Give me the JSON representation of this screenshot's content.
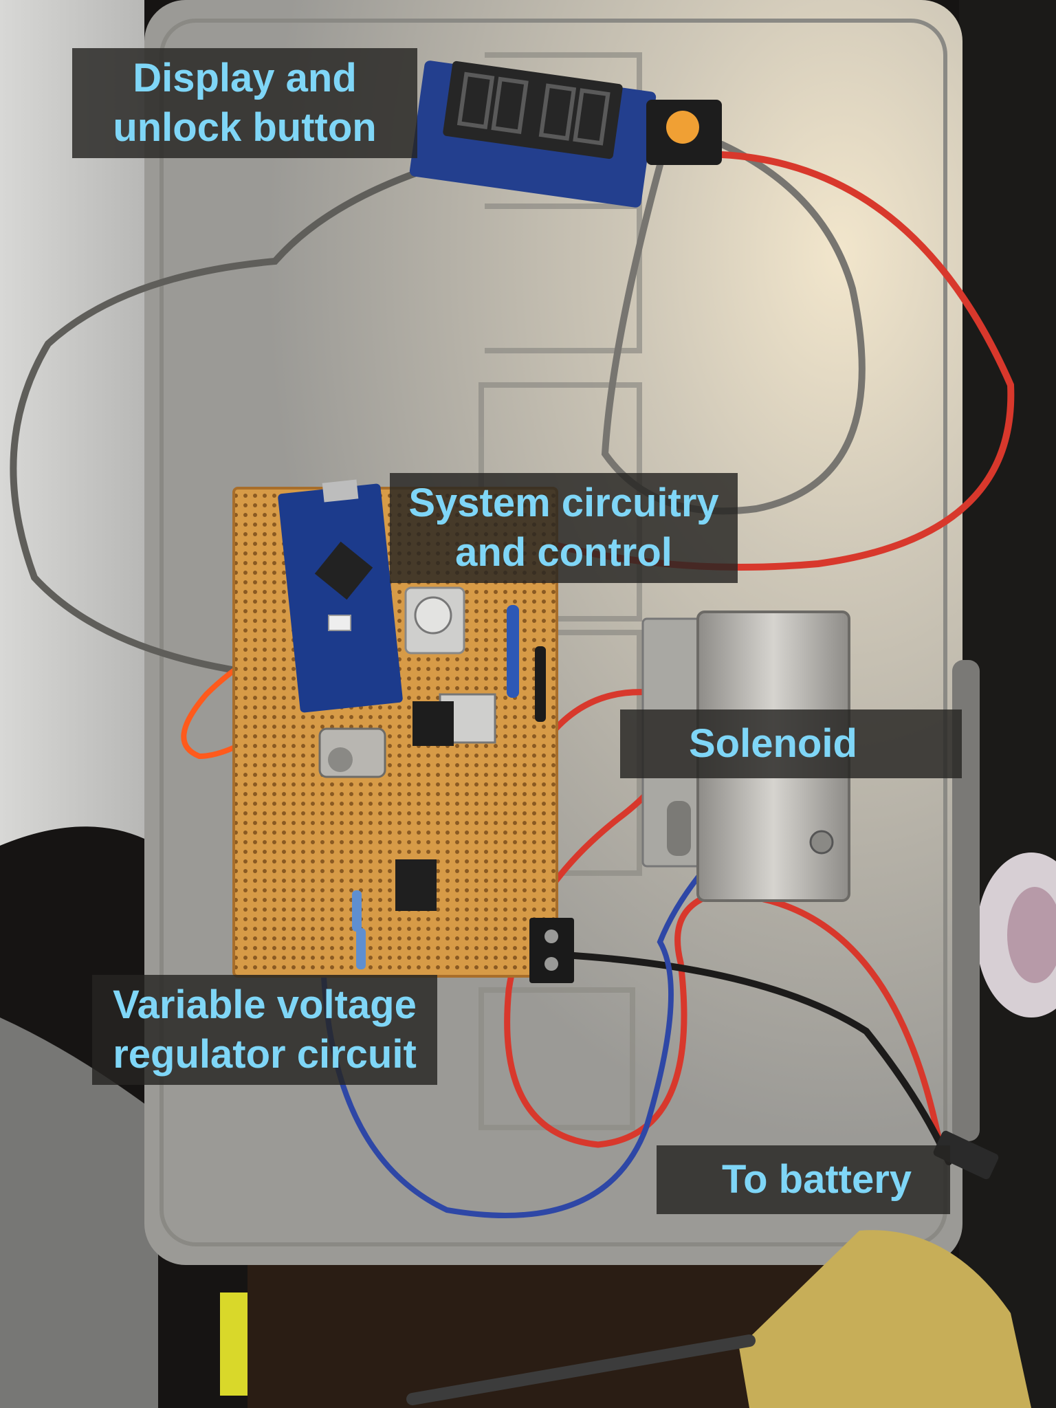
{
  "annotations": {
    "display": {
      "line1": "Display and",
      "line2": "unlock button"
    },
    "system": {
      "line1": "System circuitry",
      "line2": "and control"
    },
    "solenoid": {
      "line1": "Solenoid"
    },
    "regulator": {
      "line1": "Variable voltage",
      "line2": "regulator circuit"
    },
    "battery": {
      "line1": "To battery"
    }
  },
  "colors": {
    "label_text": "#7fd6f7",
    "label_background": "#262422",
    "tray": "#a9a8a3",
    "perfboard": "#d59a45",
    "arduino": "#1c3b8c",
    "wire_red": "#d8382c",
    "wire_gray": "#6e6c68",
    "wire_blue": "#2e47a6",
    "wire_orange": "#ff5a1c"
  }
}
